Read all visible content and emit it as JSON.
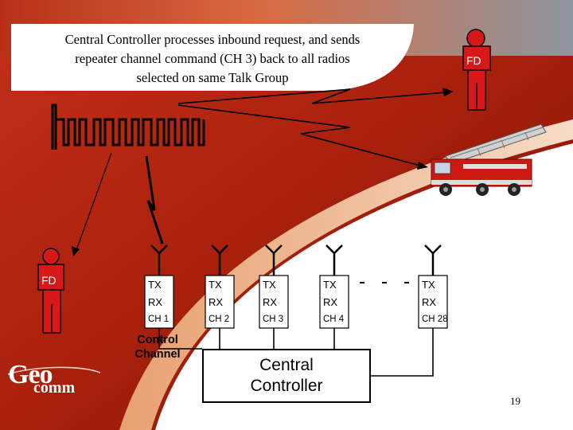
{
  "caption": {
    "line1": "Central Controller processes inbound request, and sends",
    "line2": "repeater channel command (CH 3) back to all radios",
    "line3": "selected on same Talk Group"
  },
  "users": {
    "top_right_label": "FD",
    "left_label": "FD"
  },
  "repeaters": [
    {
      "tx": "TX",
      "rx": "RX",
      "ch": "CH 1"
    },
    {
      "tx": "TX",
      "rx": "RX",
      "ch": "CH 2"
    },
    {
      "tx": "TX",
      "rx": "RX",
      "ch": "CH 3"
    },
    {
      "tx": "TX",
      "rx": "RX",
      "ch": "CH 4"
    },
    {
      "tx": "TX",
      "rx": "RX",
      "ch": "CH 28"
    }
  ],
  "control_channel": {
    "line1": "Control",
    "line2": "Channel"
  },
  "central_controller": {
    "line1": "Central",
    "line2": "Controller"
  },
  "logo": {
    "geo": "Geo",
    "comm": "comm"
  },
  "page_number": "19",
  "colors": {
    "figure_red": "#d81818",
    "background_red": "#b82a10",
    "truck_red": "#cc1a12"
  }
}
